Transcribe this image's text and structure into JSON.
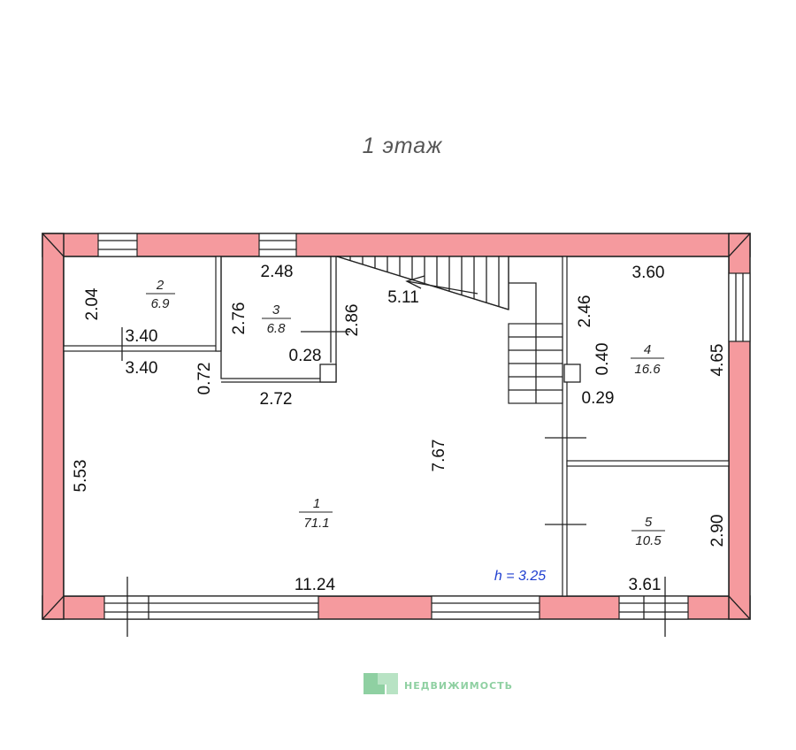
{
  "title": "1 этаж",
  "height_label": "h = 3.25",
  "brand": "НЕДВИЖИМОСТЬ",
  "colors": {
    "wall": "#f59a9e",
    "height_text": "#1f3fd0",
    "brand": "#8fd0a2"
  },
  "rooms": [
    {
      "number": "1",
      "area": "71.1"
    },
    {
      "number": "2",
      "area": "6.9"
    },
    {
      "number": "3",
      "area": "6.8"
    },
    {
      "number": "4",
      "area": "16.6"
    },
    {
      "number": "5",
      "area": "10.5"
    }
  ],
  "dimensions": {
    "room2_height": "2.04",
    "room2_width_top": "3.40",
    "room2_width_bottom": "3.40",
    "room3_width": "2.48",
    "room3_height": "2.76",
    "room3_right": "2.86",
    "room3_niche": "0.28",
    "room3_offset": "0.72",
    "room3_bottom": "2.72",
    "stair_run": "5.11",
    "main_depth": "7.67",
    "main_left": "5.53",
    "main_width": "11.24",
    "room4_width": "3.60",
    "room4_left_upper": "2.46",
    "room4_left_mid": "0.40",
    "room4_niche": "0.29",
    "room4_right": "4.65",
    "room5_right": "2.90",
    "room5_width": "3.61"
  }
}
